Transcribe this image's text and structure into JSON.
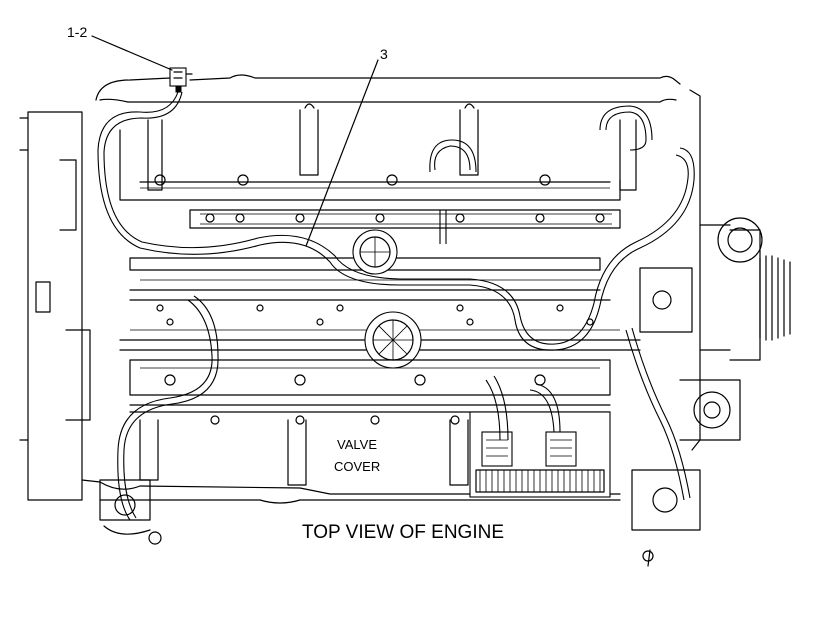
{
  "callouts": {
    "part_1_2": "1-2",
    "part_3": "3"
  },
  "labels": {
    "valve": "VALVE",
    "cover": "COVER",
    "caption": "TOP VIEW OF ENGINE"
  }
}
